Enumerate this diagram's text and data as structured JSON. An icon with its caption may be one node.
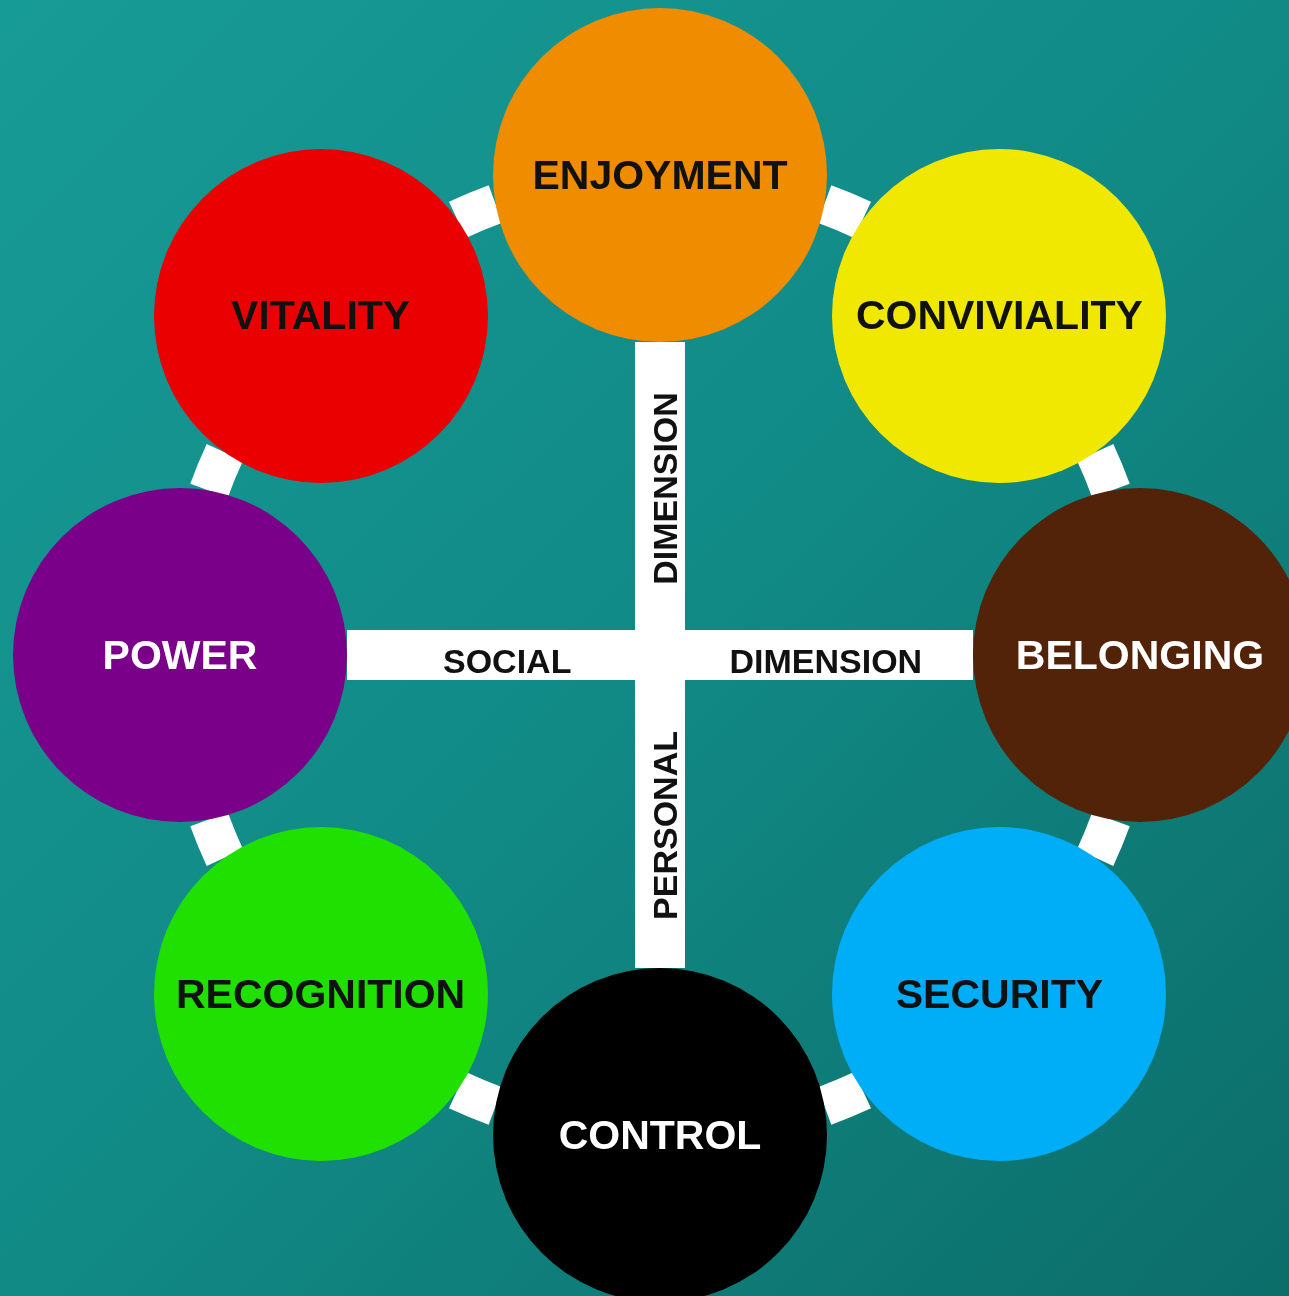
{
  "diagram": {
    "nodes": [
      {
        "text": [
          "ENJOYMENT"
        ]
      },
      {
        "text": [
          "VITALITY"
        ]
      },
      {
        "text": [
          "CONVIVIALITY"
        ]
      },
      {
        "text": [
          "POWER"
        ]
      },
      {
        "text": [
          "BELONGING"
        ]
      },
      {
        "text": [
          "RECOGNITION"
        ]
      },
      {
        "text": [
          "SECURITY"
        ]
      },
      {
        "text": [
          "CONTROL"
        ]
      }
    ],
    "edges": [
      {
        "from": 0,
        "to": 2,
        "arrow": "none"
      },
      {
        "from": 2,
        "to": 4,
        "arrow": "none"
      },
      {
        "from": 4,
        "to": 6,
        "arrow": "none"
      },
      {
        "from": 6,
        "to": 7,
        "arrow": "none"
      },
      {
        "from": 7,
        "to": 5,
        "arrow": "none"
      },
      {
        "from": 5,
        "to": 3,
        "arrow": "none"
      },
      {
        "from": 3,
        "to": 1,
        "arrow": "none"
      },
      {
        "from": 1,
        "to": 0,
        "arrow": "none"
      },
      {
        "from": 0,
        "to": 7,
        "arrow": "none"
      },
      {
        "from": 3,
        "to": 4,
        "arrow": "none"
      }
    ],
    "labels": [
      "DIMENSION",
      "SOCIAL",
      "DIMENSION",
      "PERSONAL"
    ]
  }
}
